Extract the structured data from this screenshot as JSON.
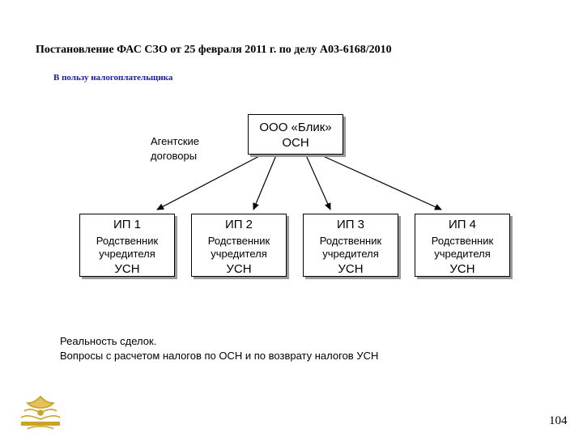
{
  "title": "Постановление ФАС СЗО от 25 февраля 2011 г. по делу А03-6168/2010",
  "subtitle": "В пользу налогоплательщика",
  "main_entity": {
    "name": "ООО «Блик»",
    "tax": "ОСН"
  },
  "agent_label": {
    "line1": "Агентские",
    "line2": "договоры"
  },
  "ip_boxes": [
    {
      "name": "ИП 1",
      "rel1": "Родственник",
      "rel2": "учредителя",
      "tax": "УСН"
    },
    {
      "name": "ИП 2",
      "rel1": "Родственник",
      "rel2": "учредителя",
      "tax": "УСН"
    },
    {
      "name": "ИП 3",
      "rel1": "Родственник",
      "rel2": "учредителя",
      "tax": "УСН"
    },
    {
      "name": "ИП 4",
      "rel1": "Родственник",
      "rel2": "учредителя",
      "tax": "УСН"
    }
  ],
  "note": {
    "line1": "Реальность сделок.",
    "line2": "Вопросы с расчетом налогов по ОСН и по возврату  налогов УСН"
  },
  "page_number": "104",
  "logo_icon": "gold-ornament-logo",
  "colors": {
    "subtitle": "#1a1aa0",
    "shadow": "#9a9a9a",
    "logo": "#c9a227"
  }
}
